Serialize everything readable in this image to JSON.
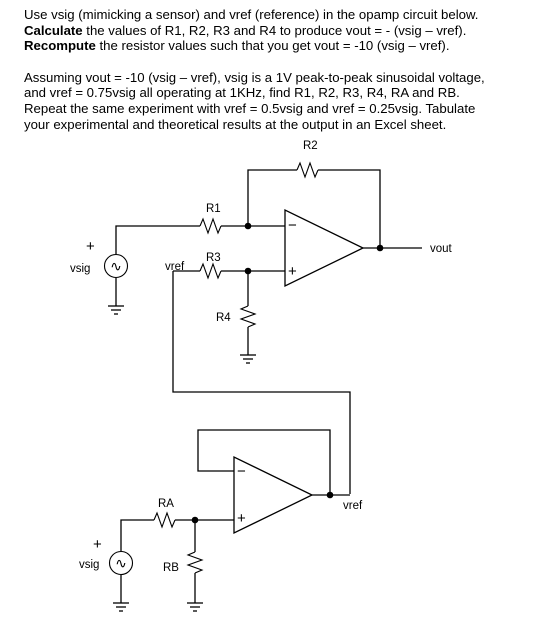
{
  "instructions": {
    "line1": "Use vsig (mimicking a sensor) and vref (reference) in the opamp circuit below.",
    "line2_bold": "Calculate",
    "line2_rest": " the values of R1, R2, R3 and R4 to produce vout = - (vsig – vref).",
    "line3_bold": "Recompute",
    "line3_rest": " the resistor values such that you get vout = -10 (vsig – vref).",
    "para2_line1": "Assuming vout = -10 (vsig – vref), vsig is a 1V peak-to-peak sinusoidal voltage,",
    "para2_line2": "and vref = 0.75vsig all operating at 1KHz, find R1, R2, R3, R4, RA and RB.",
    "para2_line3": "Repeat the same experiment with vref = 0.5vsig and vref = 0.25vsig.  Tabulate",
    "para2_line4": "your experimental and theoretical results at the output in an Excel sheet."
  },
  "circuit_top": {
    "r2_label": "R2",
    "r1_label": "R1",
    "r3_label": "R3",
    "r4_label": "R4",
    "vsig_label": "vsig",
    "vref_label": "vref",
    "vout_label": "vout",
    "plus_sign": "+",
    "inv_sign": "−",
    "noninv_sign": "+"
  },
  "circuit_bottom": {
    "ra_label": "RA",
    "rb_label": "RB",
    "vsig_label": "vsig",
    "vref_label": "vref",
    "plus_sign": "+",
    "inv_sign": "−",
    "noninv_sign": "+"
  },
  "source_symbol": "∿"
}
